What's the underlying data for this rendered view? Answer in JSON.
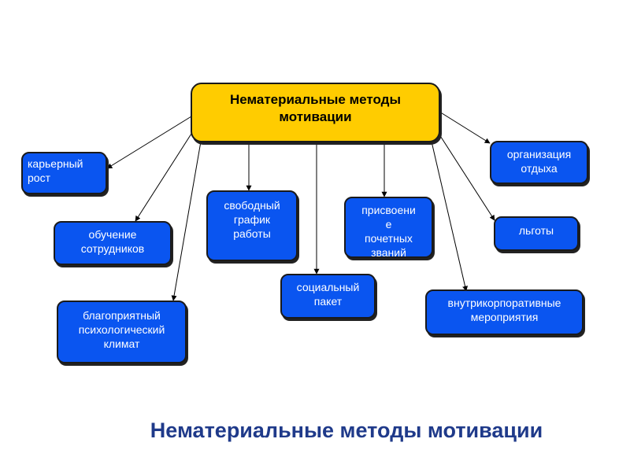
{
  "diagram": {
    "center": "Нематериальные методы\nмотивации",
    "nodes": {
      "career": "карьерный\nрост",
      "training": "обучение\nсотрудников",
      "climate": "благоприятный\nпсихологический\nклимат",
      "schedule": "свободный\nграфик\nработы",
      "social": "социальный\nпакет",
      "titles": "присвоени\nе\nпочетных\nзваний",
      "leisure": "организация\nотдыха",
      "benefits": "льготы",
      "events": "внутрикорпоративные\nмероприятия"
    }
  },
  "footer": {
    "title": "Нематериальные методы мотивации"
  }
}
